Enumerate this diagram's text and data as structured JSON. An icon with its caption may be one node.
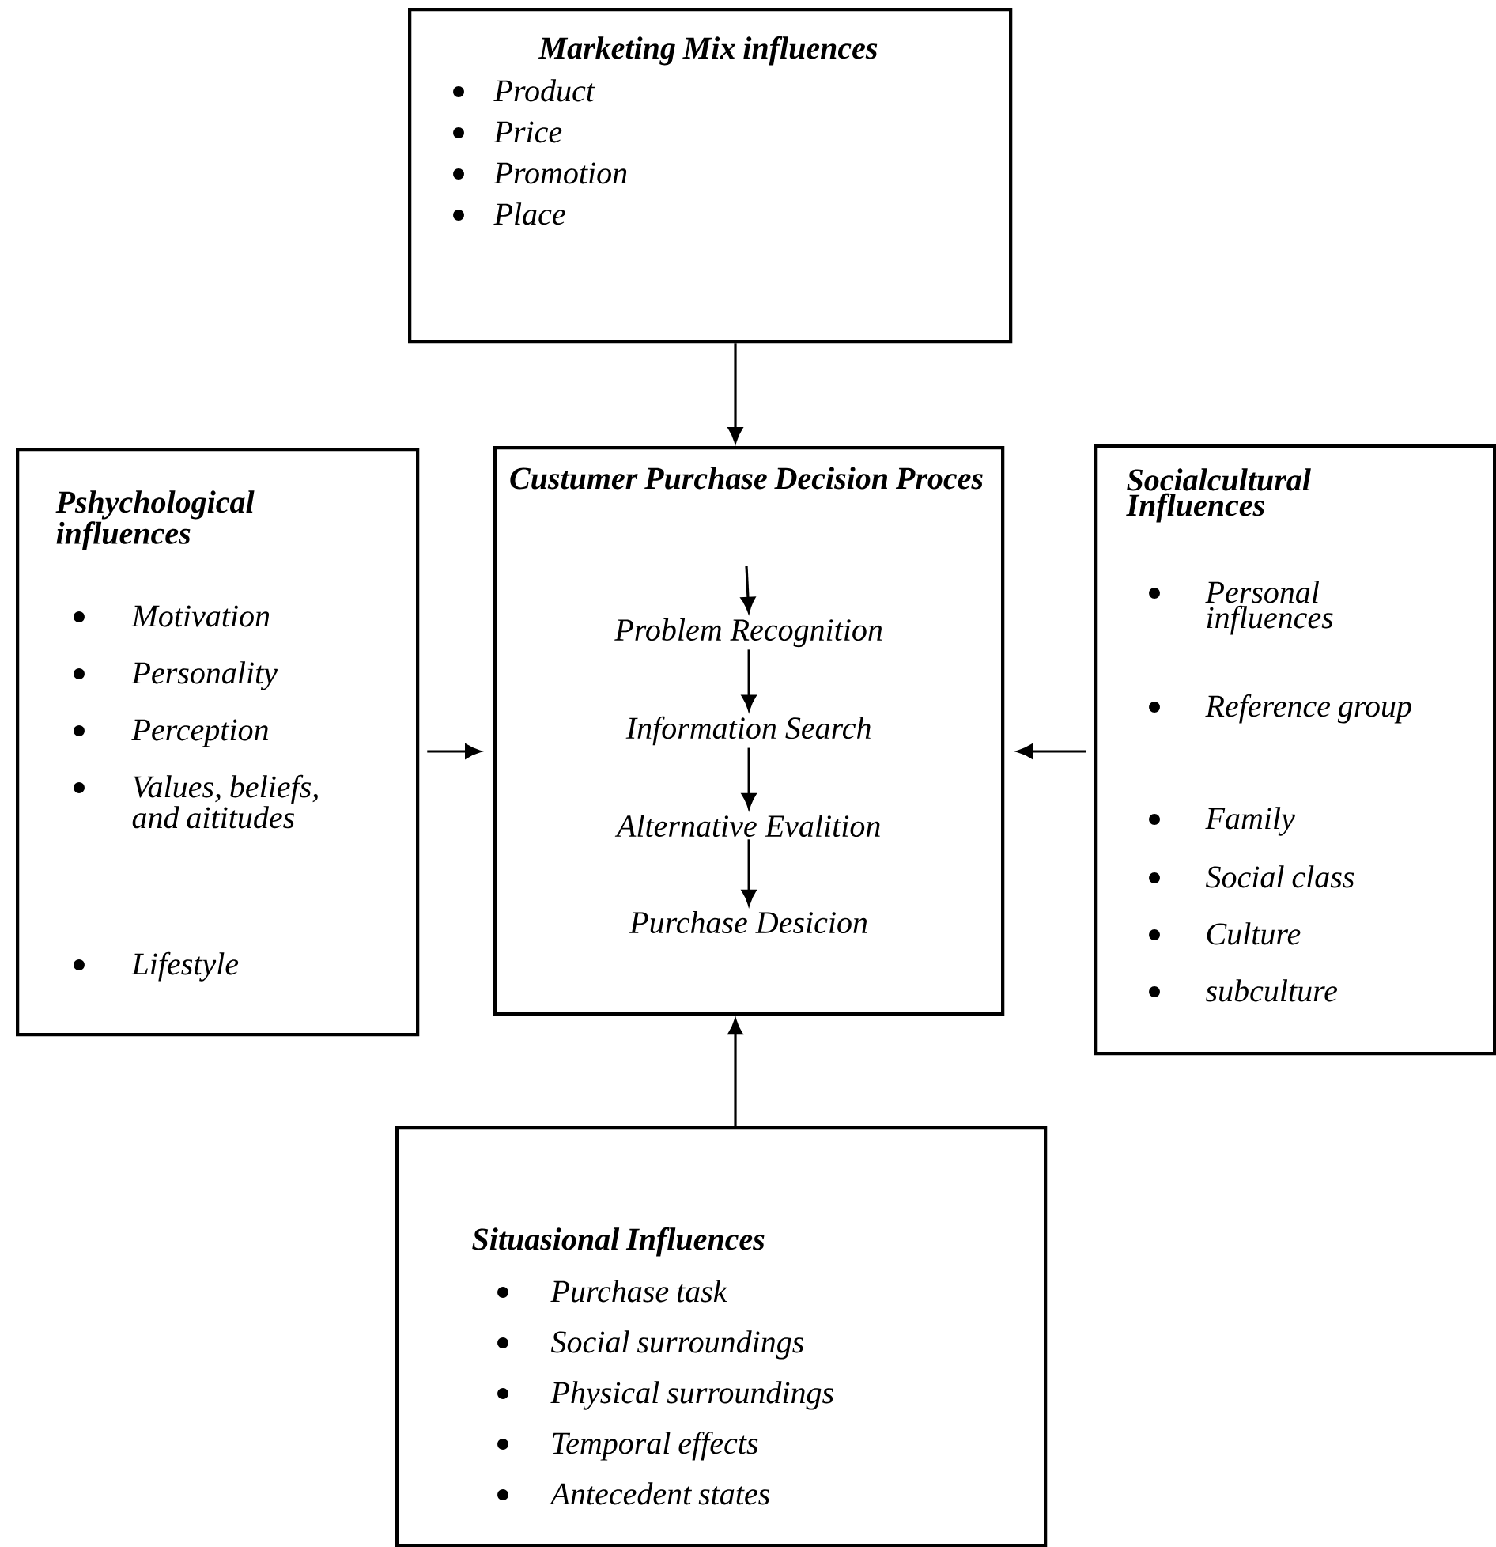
{
  "diagram": {
    "nodes": [
      {
        "text": [
          "Marketing Mix influences",
          "Product",
          "Price",
          "Promotion",
          "Place"
        ]
      },
      {
        "text": [
          "Pshychological influences",
          "Motivation",
          "Personality",
          "Perception",
          "Values, beliefs, and aititudes",
          "Lifestyle"
        ]
      },
      {
        "text": [
          "Custumer Purchase Decision Proces"
        ]
      },
      {
        "text": [
          "Problem Recognition"
        ],
        "in": 2
      },
      {
        "text": [
          "Information Search"
        ],
        "in": 2
      },
      {
        "text": [
          "Alternative Evalition"
        ],
        "in": 2
      },
      {
        "text": [
          "Purchase Desicion"
        ],
        "in": 2
      },
      {
        "text": [
          "Socialcultural Influences",
          "Personal influences",
          "Reference group",
          "Family",
          "Social class",
          "Culture",
          "subculture"
        ]
      },
      {
        "text": [
          "Situasional Influences",
          "Purchase task",
          "Social surroundings",
          "Physical surroundings",
          "Temporal effects",
          "Antecedent states"
        ]
      }
    ],
    "edges": [
      {
        "from": 0,
        "to": 2,
        "arrow": "to"
      },
      {
        "from": 1,
        "to": 2,
        "arrow": "to"
      },
      {
        "from": 7,
        "to": 2,
        "arrow": "to"
      },
      {
        "from": 8,
        "to": 2,
        "arrow": "to"
      },
      {
        "from": null,
        "to": 3,
        "arrow": "to"
      },
      {
        "from": 3,
        "to": 4,
        "arrow": "to"
      },
      {
        "from": 4,
        "to": 5,
        "arrow": "to"
      },
      {
        "from": 5,
        "to": 6,
        "arrow": "to"
      }
    ]
  }
}
